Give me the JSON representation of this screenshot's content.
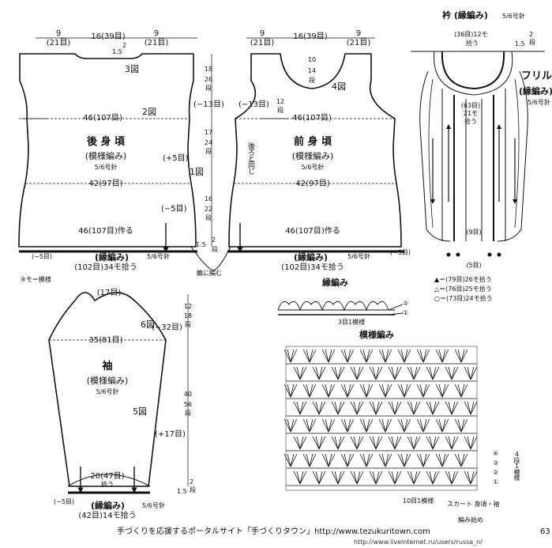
{
  "note": "※モ＝模様",
  "footer": {
    "left": "手づくりを応援するポータルサイト「手づくりタウン」http://www.tezukuritown.com",
    "right": "63",
    "watermark": "http://www.liveinternet.ru/users/russa_n/"
  },
  "back": {
    "title": "後 身 頃",
    "pattern": "(模様編み)",
    "needle": "5/6号針",
    "top_left": "9",
    "top_left_rows": "(21目)",
    "top_mid": "16(39目)",
    "top_right": "9",
    "top_right_rows": "(21目)",
    "neck_depth_a": "2",
    "neck_depth_b": "1.5",
    "fig3": "3図",
    "fig2": "2図",
    "fig1": "1図",
    "width_chest": "46(107目)",
    "width_waist": "42(97目)",
    "width_cast": "46(107目)作る",
    "dec13": "(−13目)",
    "inc5": "(+5目)",
    "dec5": "(−5目)",
    "dec5b": "(−5目)",
    "edging": "(縁編み)",
    "edging_needle": "5/6号針",
    "edging_pickup": "(102目)34モ拾う"
  },
  "mid": {
    "h1": "18",
    "h1b": "26",
    "h1c": "段",
    "h2": "17",
    "h2b": "24",
    "h2c": "段",
    "h3": "16",
    "h3b": "22",
    "h3c": "段",
    "h4a": "1.5",
    "h4b": "2",
    "h4c": "段",
    "round": "輪に編む"
  },
  "front": {
    "title": "前 身 頃",
    "pattern": "(模様編み)",
    "needle": "5/6号針",
    "top_left": "9",
    "top_left_rows": "(21目)",
    "top_mid": "16(39目)",
    "top_right": "9",
    "top_right_rows": "(21目)",
    "neck_h": "10",
    "neck_h2": "14",
    "neck_h3": "段",
    "neck_s": "12",
    "neck_s2": "段",
    "fig4": "4図",
    "width_chest": "46(107目)",
    "width_waist": "42(97目)",
    "width_cast": "46(107目)作る",
    "dec13": "(−13目)",
    "same_as_back": "後ろと同じ",
    "edging": "(縁編み)",
    "edging_needle": "5/6号針",
    "edging_pickup": "(102目)34モ拾う",
    "dec5": "(−5目)"
  },
  "sleeve": {
    "title": "袖",
    "pattern": "(模様編み)",
    "needle": "5/6号針",
    "top": "(17目)",
    "fig6": "6図",
    "fig5": "5図",
    "width_upper": "35(81目)",
    "dec32": "(−32目)",
    "inc17": "(+17目)",
    "width_lower": "20(47目)",
    "lower_pick": "拾う",
    "dec5": "(−5目)",
    "edging": "(縁編み)",
    "edging_needle": "5/6号針",
    "edging_pickup": "(42目)14モ拾う",
    "cap_h": "12",
    "cap_h2": "18",
    "cap_h3": "段",
    "len_h": "40",
    "len_h2": "56",
    "len_h3": "段",
    "bot_a": "1.5",
    "bot_b": "2",
    "bot_c": "段"
  },
  "collar": {
    "title": "衿 (縁編み)",
    "needle": "5/6号針",
    "top_pick": "(36目)12モ",
    "top_pick2": "拾う",
    "side_a": "2",
    "side_b": "段",
    "side_c": "1.5",
    "mid_a": "(63目)",
    "mid_b": "21モ",
    "mid_c": "拾う",
    "nine": "(9目)",
    "five": "(5目)",
    "frill": "フリル",
    "frill_pattern": "(縁編み)",
    "frill_needle": "5/6号針",
    "leg1": "▲＝(79目)26モ拾う",
    "leg2": "△＝(76目)25モ拾う",
    "leg3": "○＝(73目)24モ拾う"
  },
  "chart_edging": {
    "title": "縁編み",
    "row2": "②",
    "row1": "①",
    "repeat": "3目1模様"
  },
  "chart_pattern": {
    "title": "模様編み",
    "rows": [
      "④",
      "③",
      "②",
      "①"
    ],
    "rows_label": "4段1模様",
    "repeat": "10目1模様",
    "labels": "スカート 身頃・袖",
    "start": "編み始め"
  },
  "colors": {
    "ink": "#111111",
    "paper": "#ffffff"
  }
}
